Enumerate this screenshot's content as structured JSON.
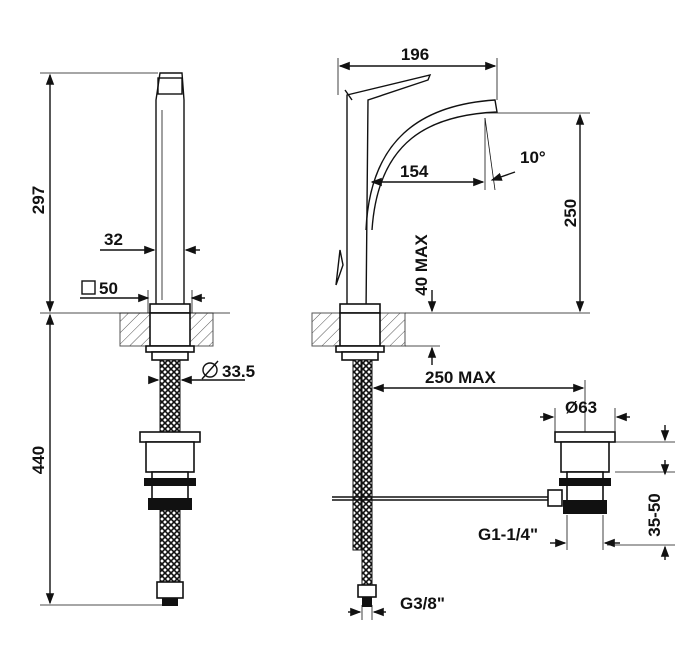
{
  "drawing": {
    "left_view": {
      "height_above_deck": "297",
      "body_width": "32",
      "base_square": "50",
      "below_deck_length": "440",
      "shank_diameter": "33.5",
      "diameter_symbol": "Ø"
    },
    "right_view": {
      "overall_width": "196",
      "spout_angle": "10°",
      "spout_reach": "154",
      "spout_height": "250",
      "deck_thickness": "40 MAX",
      "waste_distance": "250 MAX",
      "waste_diameter": "Ø63",
      "waste_height_range": "35-50",
      "waste_thread": "G1-1/4\"",
      "supply_thread": "G3/8\""
    }
  }
}
